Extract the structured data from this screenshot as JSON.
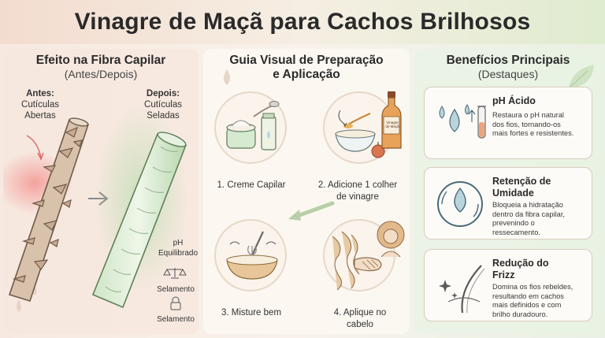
{
  "title": "Vinagre de Maçã para Cachos Brilhosos",
  "fiber": {
    "title": "Efeito na Fibra Capilar",
    "subtitle": "(Antes/Depois)",
    "before_title": "Antes:",
    "before_text_1": "Cutículas",
    "before_text_2": "Abertas",
    "after_title": "Depois:",
    "after_text_1": "Cutículas",
    "after_text_2": "Seladas",
    "ph_1": "pH",
    "ph_2": "Equilibrado",
    "seal_1": "Selamento",
    "seal_2": "Selamento"
  },
  "guide": {
    "title_1": "Guia Visual de Preparação",
    "title_2": "e Aplicação",
    "bottle_label_1": "Vinagre",
    "bottle_label_2": "de Maçã",
    "steps": [
      {
        "line1": "1. Creme Capilar",
        "line2": ""
      },
      {
        "line1": "2. Adicione 1 colher",
        "line2": "de vinagre"
      },
      {
        "line1": "3. Misture bem",
        "line2": ""
      },
      {
        "line1": "4. Aplique no",
        "line2": "cabelo"
      }
    ]
  },
  "benefits": {
    "title": "Benefícios Principais",
    "subtitle": "(Destaques)",
    "cards": [
      {
        "title_1": "pH Ácido",
        "title_2": "",
        "desc": [
          "Restaura o pH natural",
          "dos fios, tornando-os",
          "mais fortes e resistentes."
        ],
        "icon": "droplets-test-tube-icon"
      },
      {
        "title_1": "Retenção de",
        "title_2": "Umidade",
        "desc": [
          "Bloqueia a hidratação",
          "dentro da fibra capilar,",
          "prevenindo o",
          "ressecamento."
        ],
        "icon": "droplet-circle-icon"
      },
      {
        "title_1": "Redução do",
        "title_2": "Frizz",
        "desc": [
          "Domina os fios rebeldes,",
          "resultando em cachos",
          "mais definidos e com",
          "brilho duradouro."
        ],
        "icon": "hair-strand-sparkle-icon"
      }
    ]
  },
  "colors": {
    "accent_green": "#a9c99a",
    "accent_peach": "#f0c9b4",
    "drop_blue": "#b9d4dc"
  }
}
